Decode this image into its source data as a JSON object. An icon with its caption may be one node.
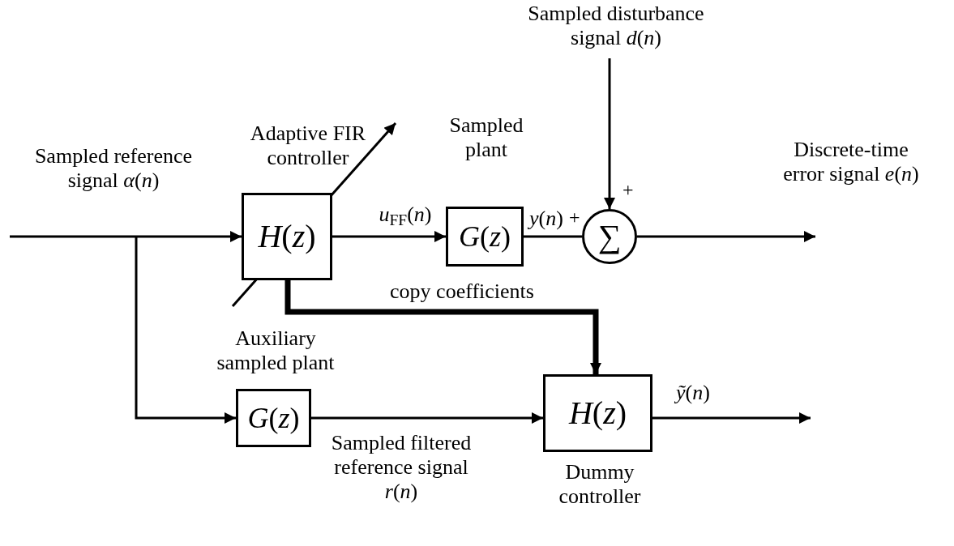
{
  "diagram": {
    "nodes": [
      {
        "text": [
          "*H*(*z*)"
        ],
        "beside": [
          "Adaptive FIR controller"
        ]
      },
      {
        "text": [
          "*G*(*z*)"
        ],
        "beside": [
          "Sampled plant"
        ]
      },
      {
        "text": [
          "∑"
        ]
      },
      {
        "text": [
          "*H*(*z*)"
        ],
        "beside": [
          "Dummy controller"
        ]
      },
      {
        "text": [
          "*G*(*z*)"
        ],
        "beside": [
          "Auxiliary sampled plant"
        ]
      }
    ],
    "edges": [
      {
        "from": null,
        "to": 0,
        "arrow": "to",
        "label": "Sampled reference signal *α*(*n*)"
      },
      {
        "from": null,
        "to": 4,
        "arrow": "to"
      },
      {
        "from": 0,
        "to": 1,
        "arrow": "to",
        "label": "*u*$_{FF}$(*n*)"
      },
      {
        "from": 1,
        "to": 2,
        "arrow": "none",
        "label": "*y*(*n*)"
      },
      {
        "from": null,
        "to": 2,
        "arrow": "to",
        "label": "Sampled disturbance signal *d*(*n*)"
      },
      {
        "from": 2,
        "to": null,
        "arrow": "to",
        "label": "Discrete-time error signal *e*(*n*)"
      },
      {
        "from": 0,
        "to": 3,
        "arrow": "to",
        "label": "copy coefficients",
        "style": "thick"
      },
      {
        "from": 4,
        "to": 3,
        "arrow": "to",
        "label": "Sampled filtered reference signal *r*(*n*)"
      },
      {
        "from": 3,
        "to": null,
        "arrow": "to",
        "label": "*ỹ*(*n*)"
      }
    ],
    "labels": [
      "+",
      "+"
    ]
  }
}
